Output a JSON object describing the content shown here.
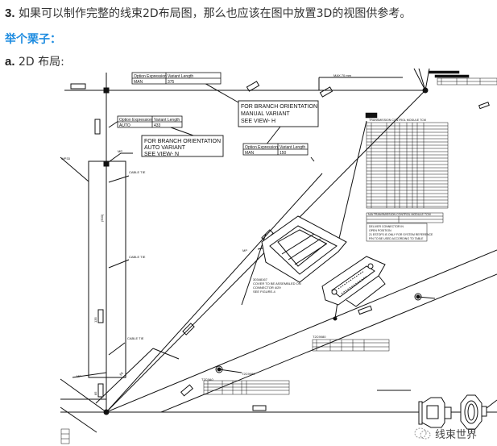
{
  "article": {
    "point_number": "3.",
    "point_text": "如果可以制作完整的线束2D布局图，那么也应该在图中放置3D的视图供参考。",
    "example_heading": "举个栗子：",
    "sub_label": "a.",
    "sub_text": "2D 布局:"
  },
  "drawing": {
    "option_tables": [
      {
        "h1": "Option Expression",
        "h2": "Variant Length",
        "v1": "MAN",
        "v2": "375"
      },
      {
        "h1": "Option Expression",
        "h2": "Variant Length",
        "v1": "AUTO",
        "v2": "433"
      },
      {
        "h1": "Option Expression",
        "h2": "Variant Length",
        "v1": "MAN",
        "v2": "150"
      }
    ],
    "notes": [
      {
        "l1": "FOR BRANCH ORIENTATION",
        "l2": "MANUAL VARIANT",
        "l3": "SEE VIEW- H"
      },
      {
        "l1": "FOR BRANCH ORIENTATION",
        "l2": "AUTO VARIANT",
        "l3": "SEE VIEW- N"
      }
    ],
    "dimension_label": "MAX 70 mm",
    "mp_labels": [
      "MP",
      "MP",
      "MP"
    ],
    "cable_tie_labels": [
      "CABLE TIE",
      "CABLE TIE",
      "CABLE TIE"
    ],
    "wrap_label": "WP33",
    "length_labels": [
      "(500)",
      "135",
      "85",
      "65"
    ],
    "cover_note": {
      "l1": "30348167",
      "l2": "COVER TO BE ASSEMBLED ON",
      "l3": "CONNECTOR 4/29",
      "l4": "SEE FIGURE-4"
    },
    "tcm_table_title": "TRANSMISSION CONTROL MODULE TCM",
    "tcm_footer": "N/A TRANSMISSION CONTROL MODULE TCM",
    "deliver_note": {
      "l1": "DELIVER CONNECTOR IN",
      "l2": "OPEN POSITION",
      "l3": "21 ESTOP3 IS ONLY FOR SYSTEM REFERENCE",
      "l4": "P/N TO BE USED ACCORDING TO TABLE"
    },
    "ref_labels": [
      "T2C9080",
      "T2C9080",
      "T2C9A0"
    ]
  },
  "watermark": {
    "text": "线束世界",
    "icon": "wechat-icon"
  }
}
